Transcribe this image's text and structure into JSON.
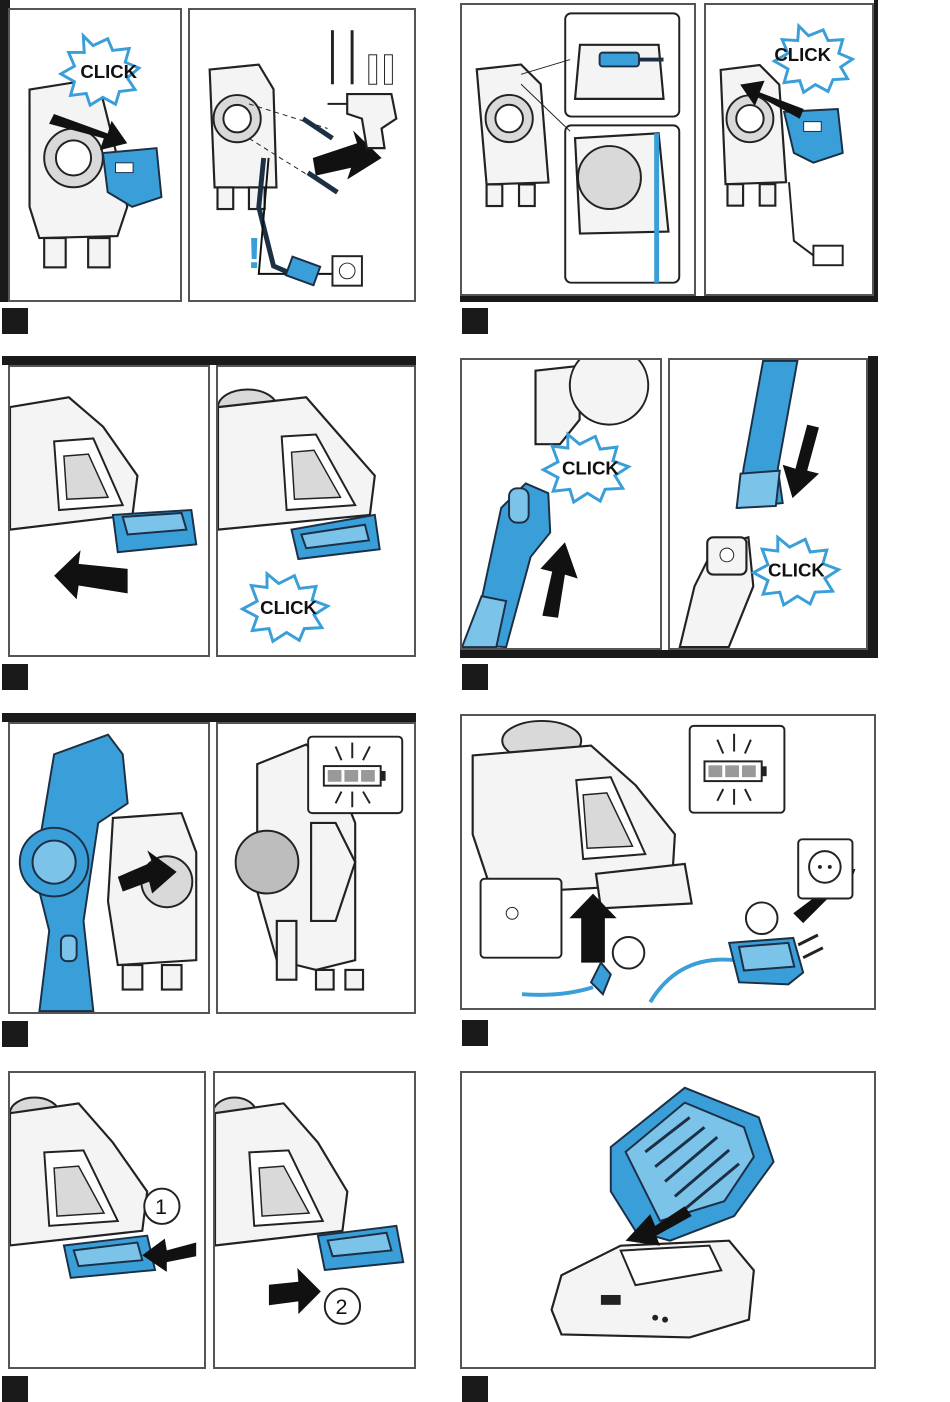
{
  "click_label": "CLICK",
  "warning_mark": "!",
  "step_numbers": {
    "one": "1",
    "two": "2"
  },
  "colors": {
    "accent_blue": "#3a9fd8",
    "light_blue": "#7cc3ea",
    "outline": "#1b2f45",
    "black": "#1a1a1a"
  }
}
